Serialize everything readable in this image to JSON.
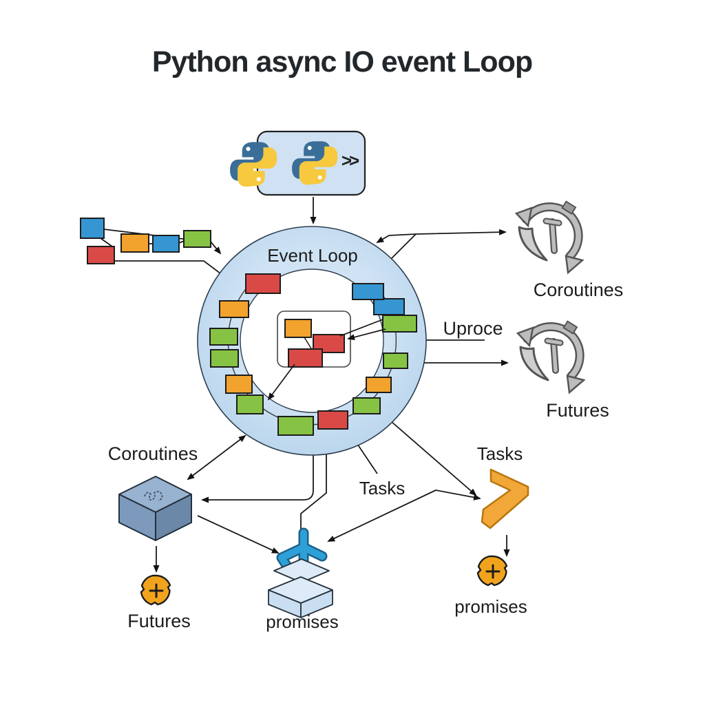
{
  "title": "Python async IO event Loop",
  "labels": {
    "event_loop": "Event Loop",
    "coroutines_right": "Coroutines",
    "uproce": "Uproce",
    "futures_right": "Futures",
    "coroutines_left": "Coroutines",
    "futures_left": "Futures",
    "tasks_mid": "Tasks",
    "tasks_right": "Tasks",
    "promises_mid": "promises",
    "promises_right": "promises"
  },
  "python_box": {
    "chevrons": ">>"
  },
  "colors": {
    "ring_fill": "#c6ddf1",
    "ring_fill_edge": "#b5d1ea",
    "ring_stroke": "#2e3e4e",
    "box_red": "#d94a47",
    "box_orange": "#f2a32d",
    "box_green": "#86c344",
    "box_blue": "#3596d2",
    "box_stroke": "#1c1c1c",
    "python_panel": "#cfe1f3",
    "python_blue": "#3a6e98",
    "python_yellow": "#f6c93f",
    "icon_gray": "#bdbdbd",
    "icon_gray_dark": "#555555",
    "cube_top": "#98b3cf",
    "cube_left": "#7d9abd",
    "cube_right": "#6c88a8",
    "plane_blue": "#2ea0d8",
    "plane_outline": "#1c618a",
    "pale_blue": "#dcebf7",
    "pale_blue2": "#c9dff1",
    "shield_orange": "#f2a31d",
    "chevron_orange": "#f2a838",
    "arrow": "#181818"
  },
  "ring_segments": [
    "red",
    "orange",
    "green",
    "green",
    "orange",
    "green",
    "green",
    "red",
    "green",
    "orange",
    "green",
    "green",
    "blue",
    "blue"
  ],
  "queue_boxes": [
    "blue",
    "red",
    "orange",
    "blue",
    "green"
  ],
  "inner_boxes": [
    "orange",
    "red",
    "red"
  ]
}
